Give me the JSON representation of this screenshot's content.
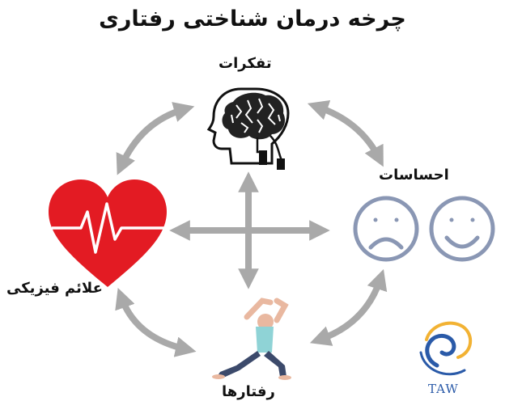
{
  "title": "چرخه درمان شناختی رفتاری",
  "nodes": {
    "thoughts": {
      "label": "تفکرات",
      "icon": "brain-head-icon"
    },
    "feelings": {
      "label": "احساسات",
      "icon": "faces-icon"
    },
    "behaviors": {
      "label": "رفتارها",
      "icon": "stretching-person-icon"
    },
    "physical": {
      "label": "علائم فیزیکی",
      "icon": "heart-pulse-icon"
    }
  },
  "logo": {
    "text": "TAW",
    "icon": "swirl-logo-icon"
  },
  "colors": {
    "arrow": "#a9a9a9",
    "heart": "#e31b23",
    "faces": "#8a97b4",
    "logo_blue": "#2a5aa8",
    "logo_gold": "#f2b233"
  }
}
